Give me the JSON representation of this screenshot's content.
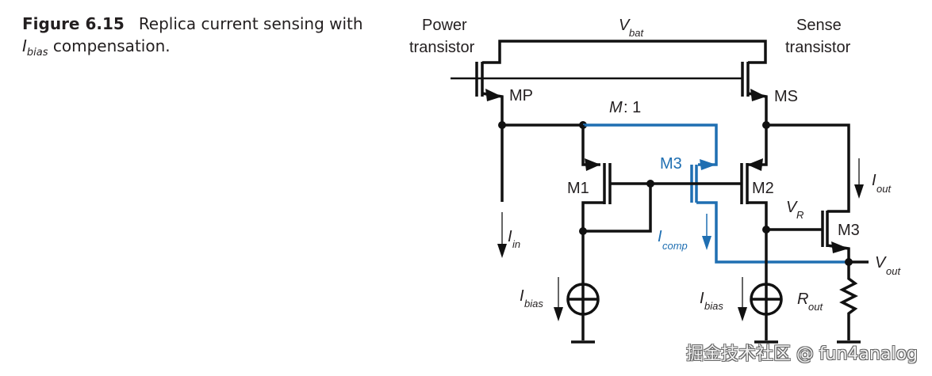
{
  "caption": {
    "figure_label": "Figure 6.15",
    "text_line1": "Replica current sensing with",
    "symbol": "I",
    "symbol_sub": "bias",
    "text_line2": " compensation."
  },
  "diagram": {
    "labels": {
      "power_transistor_1": "Power",
      "power_transistor_2": "transistor",
      "sense_transistor_1": "Sense",
      "sense_transistor_2": "transistor",
      "vbat": "V",
      "vbat_sub": "bat",
      "mp": "MP",
      "ms": "MS",
      "ratio_m": "M",
      "ratio_rest": " : 1",
      "m1": "M1",
      "m2": "M2",
      "m3_comp": "M3",
      "m3_out": "M3",
      "iin": "I",
      "iin_sub": "in",
      "icomp": "I",
      "icomp_sub": "comp",
      "iout": "I",
      "iout_sub": "out",
      "vr": "V",
      "vr_sub": "R",
      "vout": "V",
      "vout_sub": "out",
      "ibias_left": "I",
      "ibias_left_sub": "bias",
      "ibias_right": "I",
      "ibias_right_sub": "bias",
      "rout": "R",
      "rout_sub": "out"
    },
    "colors": {
      "wire": "#111111",
      "compensation": "#1f6fb2"
    }
  },
  "watermark": "掘金技术社区 @ fun4analog"
}
